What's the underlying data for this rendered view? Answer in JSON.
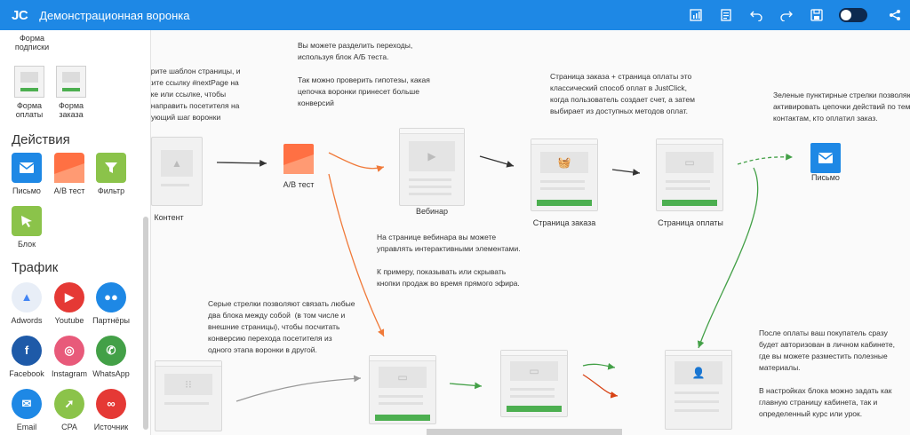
{
  "header": {
    "logo": "JC",
    "title": "Демонстрационная воронка"
  },
  "toolbar_icons": [
    "chart-icon",
    "document-icon",
    "undo-icon",
    "redo-icon",
    "save-icon",
    "toggle-switch",
    "share-icon"
  ],
  "sidebar": {
    "pages": [
      {
        "label": "Форма подписки"
      },
      {
        "label": "Форма оплаты"
      },
      {
        "label": "Форма заказа"
      }
    ],
    "actions_title": "Действия",
    "actions": [
      {
        "label": "Письмо",
        "icon": "mail-icon",
        "color": "#1e88e5"
      },
      {
        "label": "А/В тест",
        "icon": "ab-test-icon",
        "color": "#ff7043"
      },
      {
        "label": "Фильтр",
        "icon": "filter-icon",
        "color": "#8bc34a"
      },
      {
        "label": "Блок",
        "icon": "block-icon",
        "color": "#8bc34a"
      }
    ],
    "traffic_title": "Трафик",
    "traffic": [
      {
        "label": "Adwords",
        "color": "#e8eef7"
      },
      {
        "label": "Youtube",
        "color": "#e53935"
      },
      {
        "label": "Партнёры",
        "color": "#1e88e5"
      },
      {
        "label": "Facebook",
        "color": "#1e5aa8"
      },
      {
        "label": "Instagram",
        "color": "#e85a7a"
      },
      {
        "label": "WhatsApp",
        "color": "#43a047"
      },
      {
        "label": "Email",
        "color": "#1e88e5"
      },
      {
        "label": "CPA",
        "color": "#8bc34a"
      },
      {
        "label": "Источник",
        "color": "#e53935"
      }
    ]
  },
  "canvas": {
    "notes": {
      "n1": "ерите шаблон страницы, и\nжите ссылку #nextPage на\nпке или ссылке, чтобы\nенаправить посетителя на\nдующий шаг воронки",
      "n2": "Вы можете разделить переходы,\nиспользуя блок А/Б теста.\n\nТак можно проверить гипотезы, какая\nцепочка воронки принесет больше\nконверсий",
      "n3": "Страница заказа + страница оплаты это\nклассический способ оплат в JustClick,\nкогда пользователь создает счет, а затем\nвыбирает из доступных методов оплат.",
      "n4": "Зеленые пунктирные стрелки позволяю\nактивировать цепочки действий по тем\nконтактам, кто оплатил заказ.",
      "n5": "На странице вебинара вы можете\nуправлять интерактивными элементами.\n\nК примеру, показывать или скрывать\nкнопки продаж во время прямого эфира.",
      "n6": "Серые стрелки позволяют связать любые\nдва блока между собой  (в том числе и\nвнешние страницы), чтобы посчитать\nконверсию перехода посетителя из\nодного этапа воронки в другой.",
      "n7": "После оплаты ваш покупатель сразу\nбудет авторизован в личном кабинете,\nгде вы можете разместить полезные\nматериалы.\n\nВ настройках блока можно задать как\nглавную страницу кабинета, так и\nопределенный курс или урок."
    },
    "labels": {
      "content": "Контент",
      "ab": "А/В тест",
      "webinar": "Вебинар",
      "order": "Страница заказа",
      "payment": "Страница оплаты",
      "mail": "Письмо"
    }
  }
}
